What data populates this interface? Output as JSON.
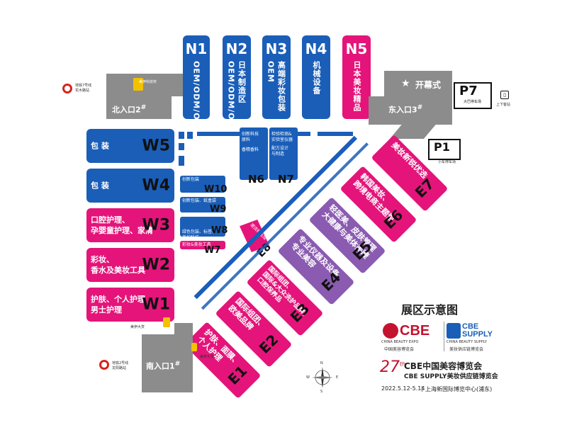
{
  "title": "展区示意图",
  "north_halls": [
    {
      "code": "N1",
      "desc": "OEM/ODM/OBM",
      "color": "blue"
    },
    {
      "code": "N2",
      "desc": "日本制造区 OEM/ODM/OBM",
      "color": "blue"
    },
    {
      "code": "N3",
      "desc": "高端彩妆包装 OEM",
      "color": "blue"
    },
    {
      "code": "N4",
      "desc": "机械设备",
      "color": "blue"
    },
    {
      "code": "N5",
      "desc": "日本美妆精品",
      "color": "pink"
    }
  ],
  "west_halls": [
    {
      "code": "W5",
      "desc": "包 装",
      "color": "blue"
    },
    {
      "code": "W4",
      "desc": "包 装",
      "color": "blue"
    },
    {
      "code": "W3",
      "desc": "口腔护理、\n孕婴童护理、家清",
      "color": "pink"
    },
    {
      "code": "W2",
      "desc": "彩妆、\n香水及美妆工具",
      "color": "pink"
    },
    {
      "code": "W1",
      "desc": "护肤、个人护理\n男士护理",
      "color": "pink"
    }
  ],
  "middle_halls": {
    "w10": {
      "code": "W10",
      "desc": "创新包装"
    },
    "w9": {
      "code": "W9",
      "desc": "创新包装、纸盒袋"
    },
    "w8": {
      "code": "W8",
      "desc": "绿色包装、标签、\n美护科技\n包装智能化"
    },
    "w7": {
      "code": "W7",
      "desc": "彩妆&美妆工具"
    },
    "n6": {
      "code": "N6",
      "desc_a": "创新科技\n原料",
      "desc_b": "香精香料"
    },
    "n7": {
      "code": "N7",
      "desc_a": "检验检测&\n实验室仪器",
      "desc_b": "配方设计\n与制造"
    },
    "e8": {
      "code": "E8",
      "desc": "潮流新品馆"
    }
  },
  "east_halls": [
    {
      "code": "E7",
      "desc": "美妆新锐优选",
      "color": "pink"
    },
    {
      "code": "E6",
      "desc": "韩国美妆、\n跨境电商主题馆",
      "color": "pink"
    },
    {
      "code": "E5",
      "desc": "轻医美、皮肤管理\n大健康与美体美睫",
      "color": "purple"
    },
    {
      "code": "E4",
      "desc": "专业仪器及设备、\n专业美容",
      "color": "purple"
    },
    {
      "code": "E3",
      "desc": "国际组团、\n国际&大众洗护品牌、\n口腔保养品",
      "color": "pink"
    },
    {
      "code": "E2",
      "desc": "国际组团、\n欧美品牌",
      "color": "pink"
    },
    {
      "code": "E1",
      "desc": "护肤、面膜、\n个人护理",
      "color": "pink"
    }
  ],
  "entrances": {
    "north": "北入口2",
    "east": "东入口3",
    "south": "南入口1",
    "opening": "开幕式",
    "sup": "#"
  },
  "parking": {
    "p7": {
      "code": "P7",
      "label": "大巴停车场"
    },
    "p1": {
      "code": "P1",
      "label": "小车停车场"
    },
    "bus": "上下客站"
  },
  "metro": {
    "north": "地铁7号线\n花木路站",
    "south": "地铁2号线\n龙阳路站"
  },
  "awards": {
    "north": "美伊科技奖",
    "south_a": "美伊大赏",
    "south_b": "美伊大赏"
  },
  "brand": {
    "cbe": "CBE",
    "cbe_en": "CHINA BEAUTY EXPO",
    "cbe_cn": "中国美容博览会",
    "supply": "CBE SUPPLY",
    "supply_en": "CHINA BEAUTY SUPPLY",
    "supply_cn": "美妆供应链博览会",
    "edition": "27",
    "edition_sup": "th",
    "line1": "CBE中国美容博览会",
    "line2": "CBE SUPPLY美妆供应链博览会",
    "date": "2022.5.12-5.14",
    "venue": "上海新国际博览中心(浦东)"
  },
  "compass": {
    "n": "N",
    "s": "S",
    "e": "E",
    "w": "W"
  },
  "colors": {
    "blue": "#1a5eb8",
    "pink": "#e4147a",
    "purple": "#8a5bb0",
    "gray": "#8c8c8c",
    "metro": "#d6241c"
  }
}
